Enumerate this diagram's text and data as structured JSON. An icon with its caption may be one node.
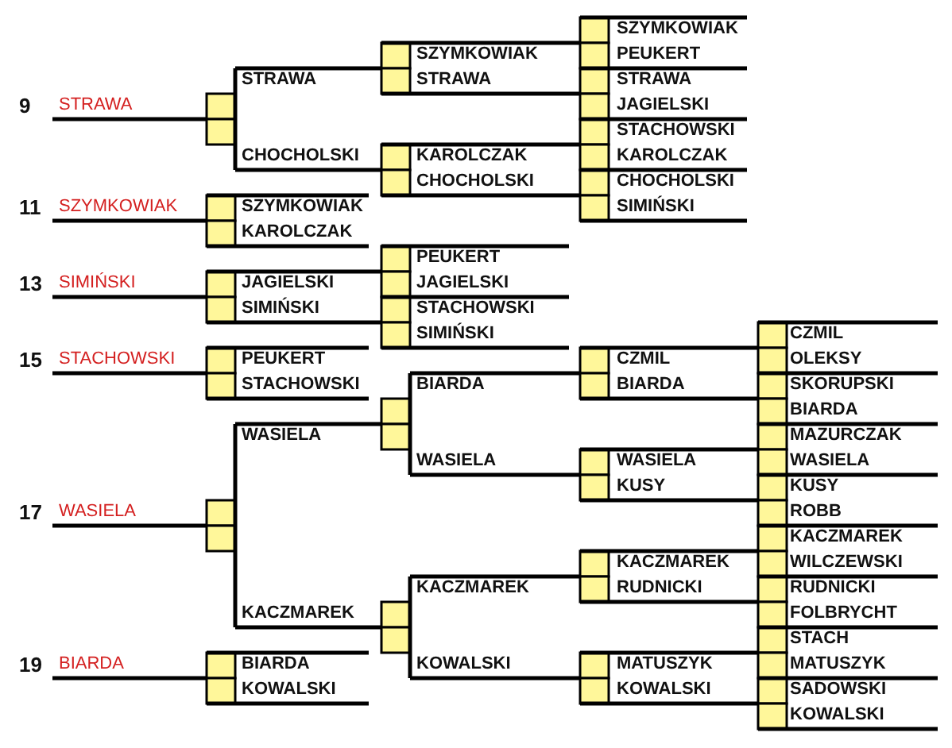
{
  "diagram": {
    "labels": [
      "9",
      "STRAWA",
      "11",
      "SZYMKOWIAK",
      "13",
      "SIMIŃSKI",
      "15",
      "STACHOWSKI",
      "17",
      "WASIELA",
      "19",
      "BIARDA",
      "STRAWA",
      "CHOCHOLSKI",
      "SZYMKOWIAK",
      "KAROLCZAK",
      "JAGIELSKI",
      "SIMIŃSKI",
      "PEUKERT",
      "STACHOWSKI",
      "WASIELA",
      "KACZMAREK",
      "BIARDA",
      "KOWALSKI",
      "SZYMKOWIAK",
      "STRAWA",
      "KAROLCZAK",
      "CHOCHOLSKI",
      "PEUKERT",
      "JAGIELSKI",
      "STACHOWSKI",
      "SIMIŃSKI",
      "BIARDA",
      "WASIELA",
      "KACZMAREK",
      "KOWALSKI",
      "SZYMKOWIAK",
      "PEUKERT",
      "STRAWA",
      "JAGIELSKI",
      "STACHOWSKI",
      "KAROLCZAK",
      "CHOCHOLSKI",
      "SIMIŃSKI",
      "CZMIL",
      "BIARDA",
      "WASIELA",
      "KUSY",
      "KACZMAREK",
      "RUDNICKI",
      "MATUSZYK",
      "KOWALSKI",
      "CZMIL",
      "OLEKSY",
      "SKORUPSKI",
      "BIARDA",
      "MAZURCZAK",
      "WASIELA",
      "KUSY",
      "ROBB",
      "KACZMAREK",
      "WILCZEWSKI",
      "RUDNICKI",
      "FOLBRYCHT",
      "STACH",
      "MATUSZYK",
      "SADOWSKI",
      "KOWALSKI"
    ]
  }
}
